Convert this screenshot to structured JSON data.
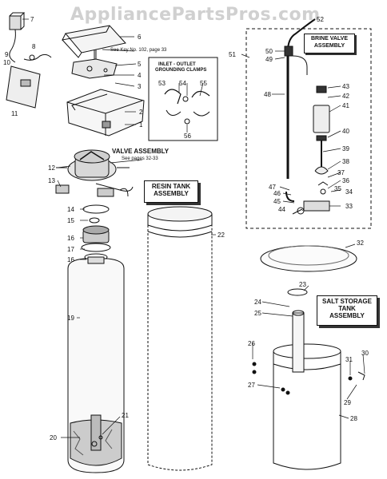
{
  "watermark": "AppliancePartsPros.com",
  "labels": {
    "valve_assembly": "VALVE ASSEMBLY",
    "see_pages": "See pages 32-33",
    "see_key": "See Key No. 102, page 33",
    "clamps_title_1": "INLET - OUTLET",
    "clamps_title_2": "GROUNDING CLAMPS",
    "resin_tank_1": "RESIN TANK",
    "resin_tank_2": "ASSEMBLY",
    "salt_storage_1": "SALT STORAGE",
    "salt_storage_2": "TANK",
    "salt_storage_3": "ASSEMBLY",
    "brine_valve_1": "BRINE VALVE",
    "brine_valve_2": "ASSEMBLY"
  },
  "callouts": {
    "c1": "1",
    "c2": "2",
    "c3": "3",
    "c4": "4",
    "c5": "5",
    "c6": "6",
    "c7": "7",
    "c8": "8",
    "c9": "9",
    "c10": "10",
    "c11": "11",
    "c12": "12",
    "c13": "13",
    "c14": "14",
    "c15": "15",
    "c16": "16",
    "c16b": "16",
    "c17": "17",
    "c19": "19",
    "c20": "20",
    "c21": "21",
    "c22": "22",
    "c23": "23",
    "c24": "24",
    "c25": "25",
    "c26": "26",
    "c27": "27",
    "c28": "28",
    "c29": "29",
    "c30": "30",
    "c31": "31",
    "c32": "32",
    "c33": "33",
    "c34": "34",
    "c35": "35",
    "c36": "36",
    "c37": "37",
    "c38": "38",
    "c39": "39",
    "c40": "40",
    "c41": "41",
    "c42": "42",
    "c43": "43",
    "c44": "44",
    "c45": "45",
    "c46": "46",
    "c47": "47",
    "c48": "48",
    "c49": "49",
    "c50": "50",
    "c51": "51",
    "c52": "52",
    "c53": "53",
    "c54": "54",
    "c55": "55",
    "c56": "56"
  }
}
